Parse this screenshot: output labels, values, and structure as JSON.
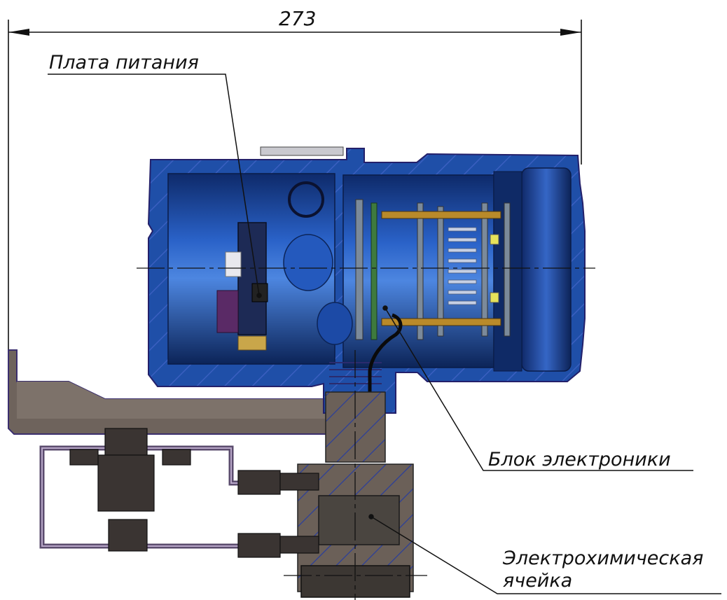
{
  "dimension": {
    "value": "273"
  },
  "labels": {
    "power_board": "Плата питания",
    "electronics_block": "Блок электроники",
    "cell_line1": "Электрохимическая",
    "cell_line2": "ячейка"
  },
  "colors": {
    "housing": "#1f4fa8",
    "housing_dark": "#0d2a66",
    "housing_light": "#5b86d8",
    "bracket": "#6e635c",
    "cell_body": "#4a4540",
    "hatch": "#2a3f9e",
    "line": "#111111"
  }
}
